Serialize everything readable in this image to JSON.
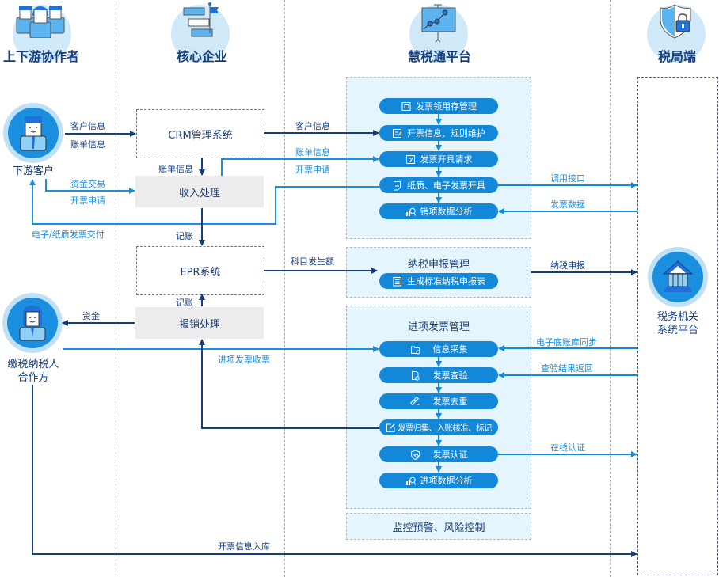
{
  "lanes": {
    "partners": {
      "title": "上下游协作者",
      "icon": "people-group-icon"
    },
    "core": {
      "title": "核心企业",
      "icon": "flag-boxes-icon"
    },
    "platform": {
      "title": "慧税通平台",
      "icon": "presentation-chart-icon"
    },
    "tax": {
      "title": "税局端",
      "icon": "shield-lock-icon"
    }
  },
  "actors": {
    "downstream": {
      "label": "下游客户",
      "icon": "male-avatar-icon"
    },
    "upstream": {
      "label_line1": "缴税纳税人",
      "label_line2": "合作方",
      "icon": "female-avatar-icon"
    },
    "tax_bureau": {
      "label_line1": "税务机关",
      "label_line2": "系统平台",
      "icon": "government-building-icon"
    }
  },
  "core_systems": {
    "crm": "CRM管理系统",
    "income": "收入处理",
    "erp": "EPR系统",
    "reimburse": "报销处理"
  },
  "platform": {
    "sales_pills": [
      {
        "label": "发票领用存管理",
        "icon": "invoice-stock-icon"
      },
      {
        "label": "开票信息、规则维护",
        "icon": "edit-rules-icon"
      },
      {
        "label": "发票开具请求",
        "icon": "request-form-icon"
      },
      {
        "label": "纸质、电子发票开具",
        "icon": "invoice-doc-icon"
      },
      {
        "label": "销项数据分析",
        "icon": "analytics-icon"
      }
    ],
    "declaration": {
      "title": "纳税申报管理",
      "pill": {
        "label": "生成标准纳税申报表",
        "icon": "report-list-icon"
      }
    },
    "input": {
      "title": "进项发票管理",
      "pills": [
        {
          "label": "信息采集",
          "icon": "folder-check-icon"
        },
        {
          "label": "发票查验",
          "icon": "doc-inspect-icon"
        },
        {
          "label": "发票去重",
          "icon": "link-dedupe-icon"
        },
        {
          "label": "发票归集、入账核准、标记",
          "icon": "edit-mark-icon"
        },
        {
          "label": "发票认证",
          "icon": "shield-verify-icon"
        },
        {
          "label": "进项数据分析",
          "icon": "analytics-icon"
        }
      ]
    },
    "monitor": "监控预警、风险控制"
  },
  "flows": {
    "customer_info_1": "客户信息",
    "bill_info_1": "账单信息",
    "funds_trade": "资金交易",
    "invoice_apply_1": "开票申请",
    "bill_info_2": "账单信息",
    "customer_info_2": "客户信息",
    "bill_info_3": "账单信息",
    "invoice_apply_2": "开票申请",
    "delivery": "电子/纸质发票交付",
    "bookkeeping_1": "记账",
    "bookkeeping_2": "记账",
    "subject_amount": "科目发生额",
    "funds": "资金",
    "input_receive": "进项发票收票",
    "call_api": "调用接口",
    "invoice_data": "发票数据",
    "tax_declare": "纳税申报",
    "ledger_sync": "电子底账库同步",
    "inspect_return": "查验结果返回",
    "online_auth": "在线认证",
    "invoice_store": "开票信息入库"
  },
  "colors": {
    "dark_blue": "#143f7f",
    "light_blue": "#1a8fe0",
    "pill_blue": "#1488d8",
    "panel_bg": "#e5f5fd"
  }
}
